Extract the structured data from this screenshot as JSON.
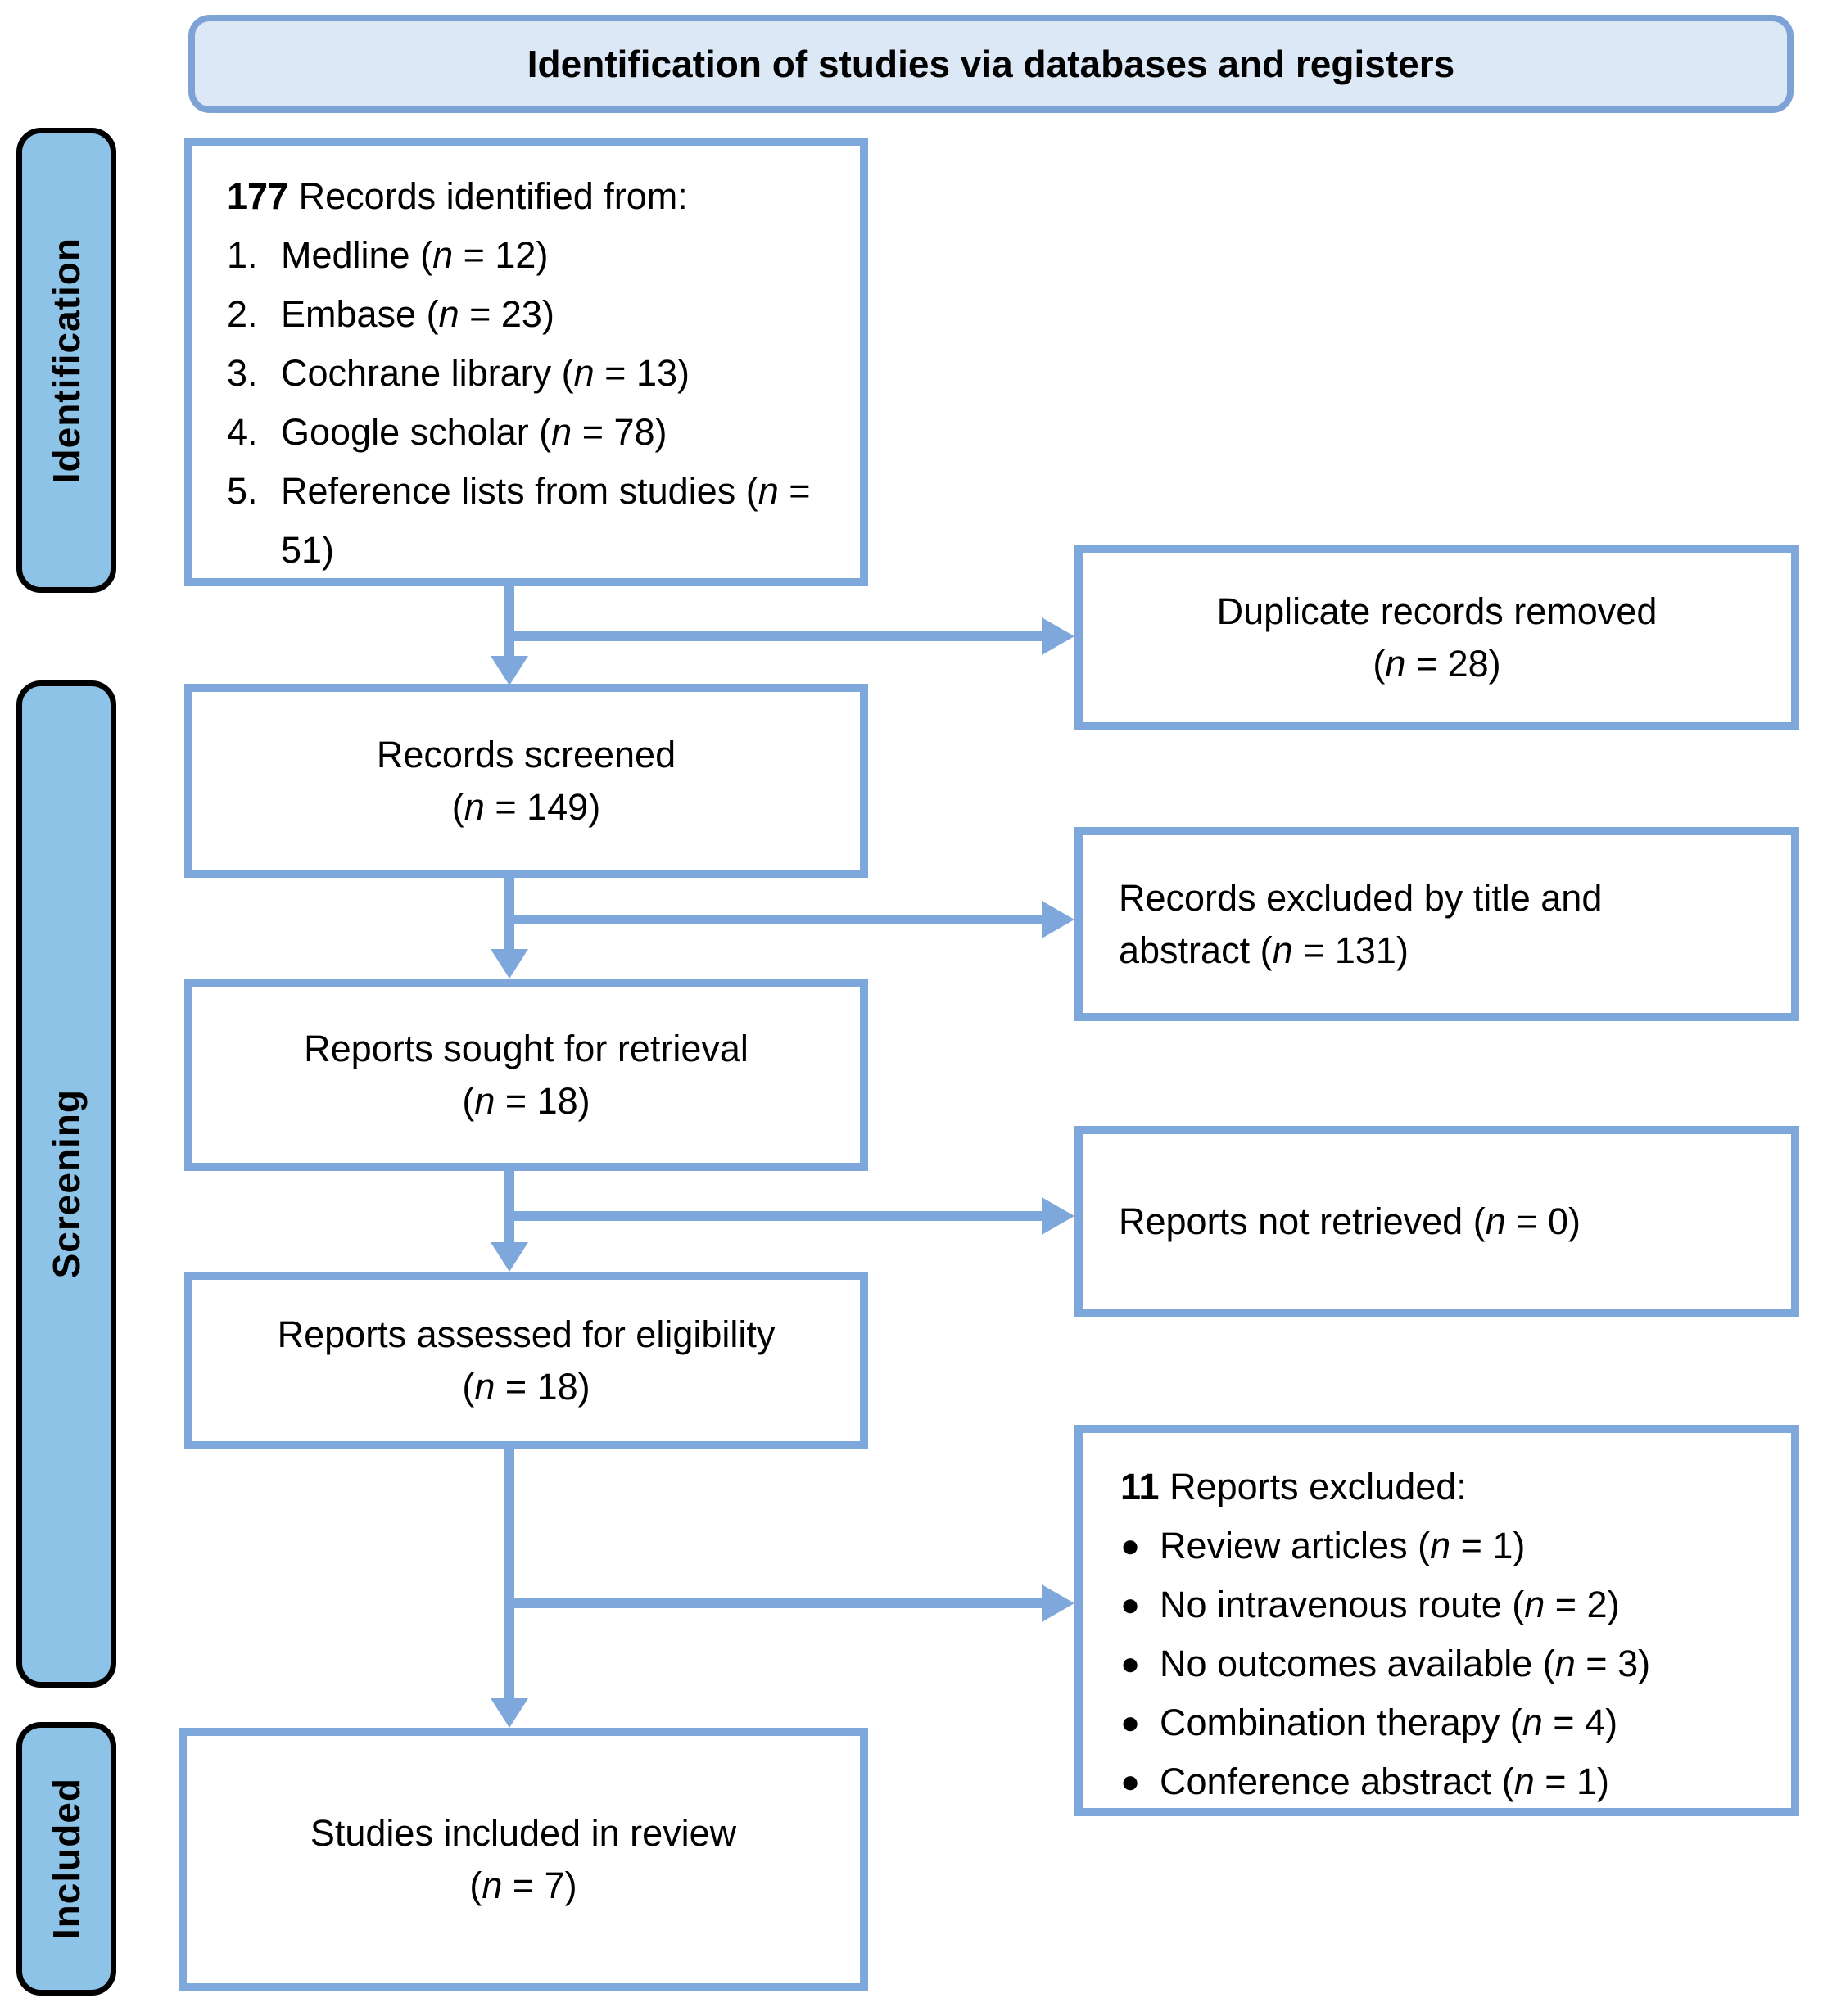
{
  "n_symbol": "n",
  "header": {
    "title": "Identification of studies via databases and registers"
  },
  "side_labels": [
    {
      "label": "Identification"
    },
    {
      "label": "Screening"
    },
    {
      "label": "Included"
    }
  ],
  "boxes": {
    "identified": {
      "count": "177",
      "title": " Records identified from:",
      "items": [
        {
          "num": "1.",
          "label": "Medline",
          "n": "12"
        },
        {
          "num": "2.",
          "label": "Embase",
          "n": "23"
        },
        {
          "num": "3.",
          "label": "Cochrane library",
          "n": "13"
        },
        {
          "num": "4.",
          "label": "Google scholar",
          "n": "78"
        },
        {
          "num": "5.",
          "label": "Reference lists from studies",
          "n": "51"
        }
      ]
    },
    "screened": {
      "label": "Records screened",
      "n": "149"
    },
    "sought": {
      "label": "Reports sought for retrieval",
      "n": "18"
    },
    "assessed": {
      "label": "Reports assessed for eligibility",
      "n": "18"
    },
    "included": {
      "label": "Studies included in review",
      "n": "7"
    },
    "duplicates": {
      "label": "Duplicate records removed",
      "n": "28"
    },
    "excluded_title_abstract": {
      "label": "Records excluded by title and abstract",
      "n": "131"
    },
    "not_retrieved": {
      "label": "Reports not retrieved",
      "n": "0"
    },
    "reports_excluded": {
      "count": "11",
      "title": " Reports excluded:",
      "bullet": "●",
      "items": [
        {
          "label": "Review articles",
          "n": "1"
        },
        {
          "label": "No intravenous route",
          "n": "2"
        },
        {
          "label": "No outcomes available",
          "n": "3"
        },
        {
          "label": "Combination therapy",
          "n": "4"
        },
        {
          "label": "Conference abstract",
          "n": "1"
        }
      ]
    }
  },
  "colors": {
    "box_border": "#7ea7dc",
    "arrow": "#7ea7dc",
    "header_fill": "#dce8f6",
    "header_border": "#7da3d6",
    "phase_label_fill": "#8cc3e7",
    "phase_label_border": "#000000",
    "text": "#000000"
  }
}
